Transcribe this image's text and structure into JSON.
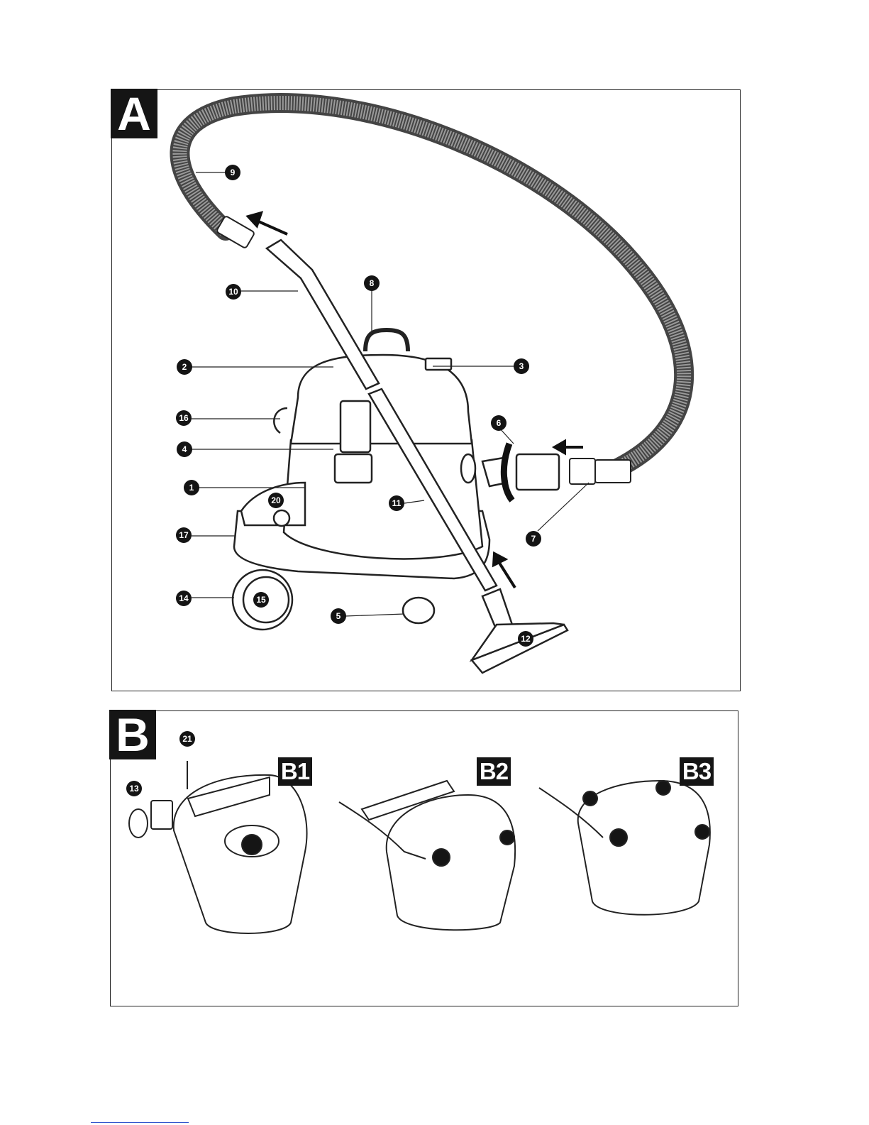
{
  "panels": {
    "a": {
      "tag": "A"
    },
    "b": {
      "tag": "B",
      "subpanels": [
        "B1",
        "B2",
        "B3"
      ]
    }
  },
  "callouts": [
    "1",
    "2",
    "3",
    "4",
    "5",
    "6",
    "7",
    "8",
    "9",
    "10",
    "11",
    "12",
    "13",
    "14",
    "15",
    "16",
    "17",
    "20",
    "21"
  ],
  "colors": {
    "ink": "#151515",
    "paper": "#ffffff",
    "hose": "#555555"
  }
}
